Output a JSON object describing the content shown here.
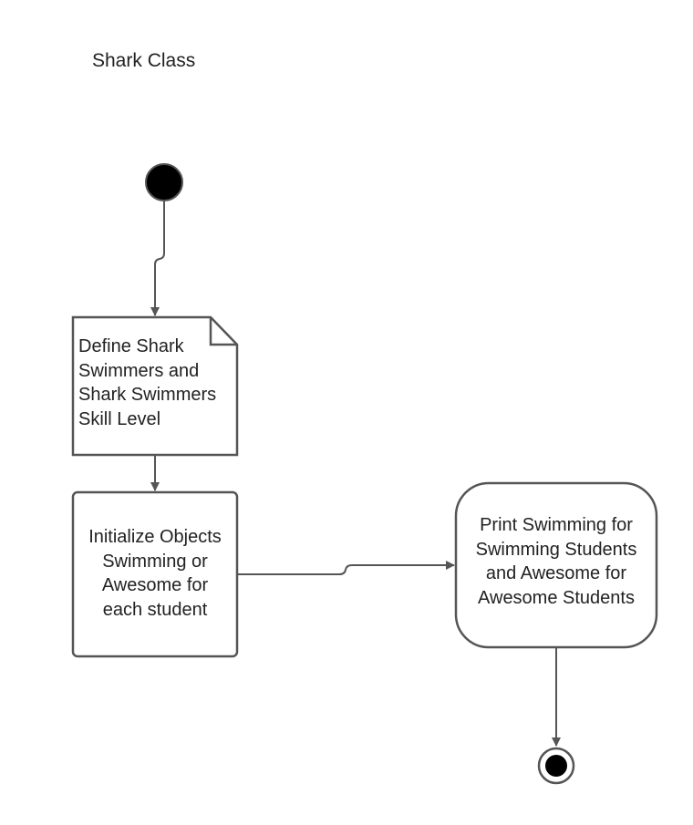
{
  "diagram": {
    "title": "Shark Class",
    "nodes": {
      "start": {
        "kind": "initial-node"
      },
      "define": {
        "kind": "note",
        "text": "Define  Shark\nSwimmers and\nShark Swimmers\nSkill Level"
      },
      "initialize": {
        "kind": "action",
        "text": "Initialize Objects\nSwimming or\nAwesome for\neach student"
      },
      "print": {
        "kind": "action",
        "text": "Print Swimming for\nSwimming Students\nand Awesome for\nAwesome Students"
      },
      "end": {
        "kind": "final-node"
      }
    },
    "edges": [
      {
        "from": "start",
        "to": "define"
      },
      {
        "from": "define",
        "to": "initialize"
      },
      {
        "from": "initialize",
        "to": "print"
      },
      {
        "from": "print",
        "to": "end"
      }
    ],
    "colors": {
      "stroke": "#555555",
      "fill": "#ffffff",
      "node": "#000000",
      "text": "#222222"
    }
  }
}
